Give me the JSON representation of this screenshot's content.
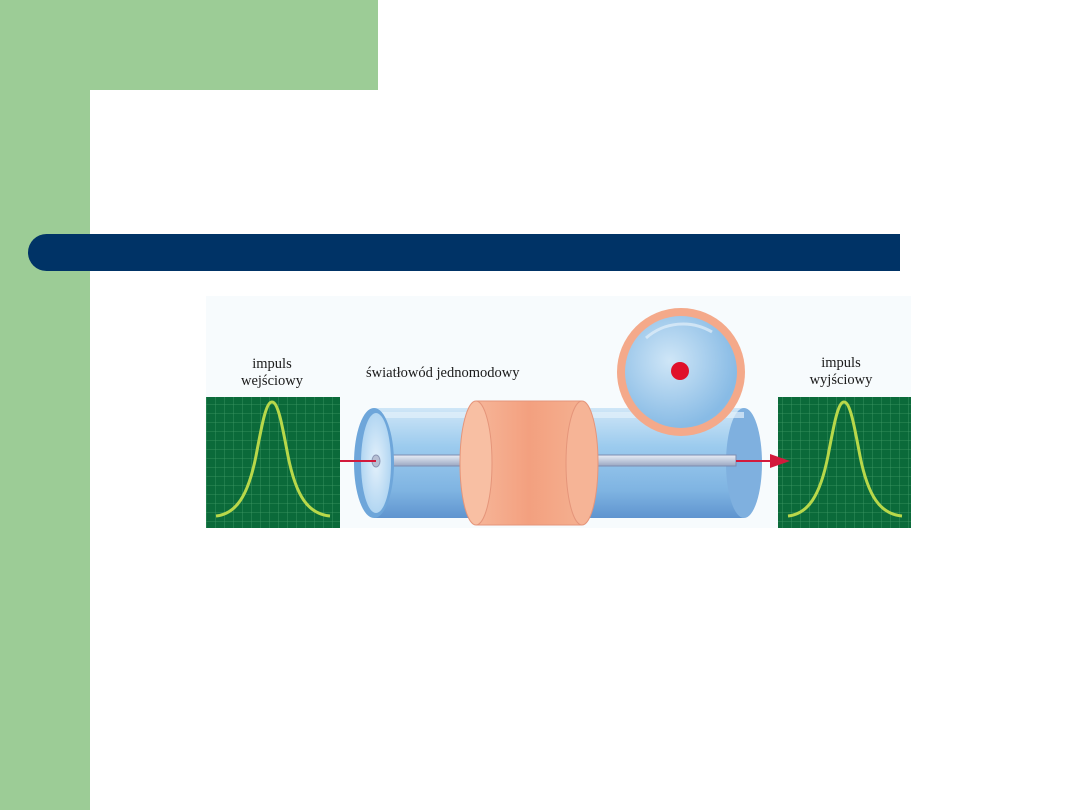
{
  "slide": {
    "title": ""
  },
  "figure": {
    "input_label_line1": "impuls",
    "input_label_line2": "wejściowy",
    "fiber_label": "światłowód jednomodowy",
    "output_label_line1": "impuls",
    "output_label_line2": "wyjściowy"
  },
  "colors": {
    "sidebar_green": "#9ccc96",
    "title_bar": "#003366",
    "scope_bg": "#0b6a3a",
    "pulse": "#b8d84a",
    "fiber_blue": "#8fc3ea",
    "cladding_sleeve": "#f4a98a",
    "core_dot": "#e0102a",
    "signal_arrow": "#d21a3c"
  }
}
